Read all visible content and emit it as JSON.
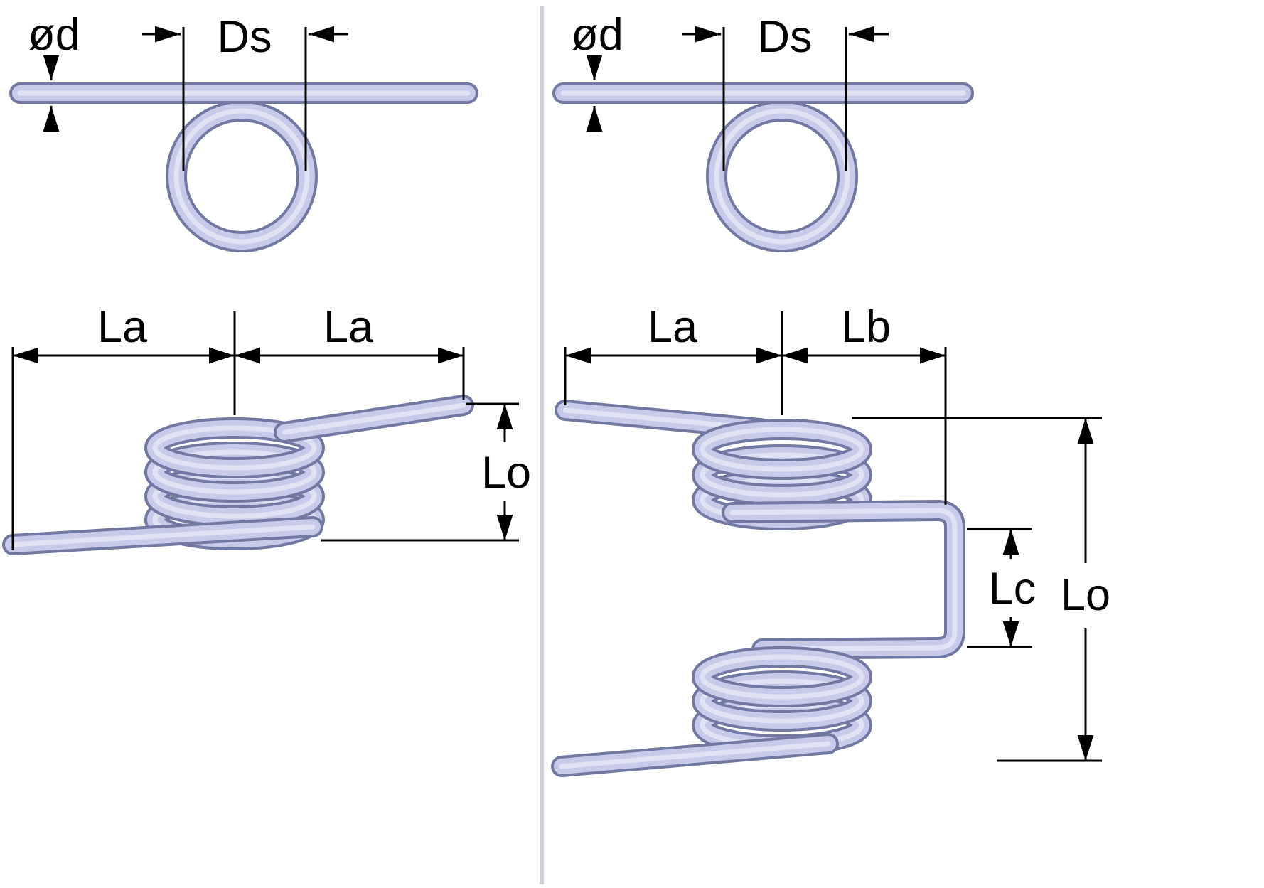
{
  "diagram": {
    "left_panel": {
      "top_view": {
        "wire_diameter_label": "ød",
        "coil_diameter_label": "Ds"
      },
      "side_view": {
        "leg1_label": "La",
        "leg2_label": "La",
        "free_length_label": "Lo"
      }
    },
    "right_panel": {
      "top_view": {
        "wire_diameter_label": "ød",
        "coil_diameter_label": "Ds"
      },
      "side_view": {
        "leg1_label": "La",
        "leg2_label": "Lb",
        "center_length_label": "Lc",
        "free_length_label": "Lo"
      }
    },
    "colors": {
      "wire_fill": "#c7cbe9",
      "wire_highlight": "#e4e7f5",
      "wire_outline": "#7179a3",
      "dimension_ink": "#000000",
      "divider": "#ccd0d9",
      "background": "#ffffff"
    }
  }
}
